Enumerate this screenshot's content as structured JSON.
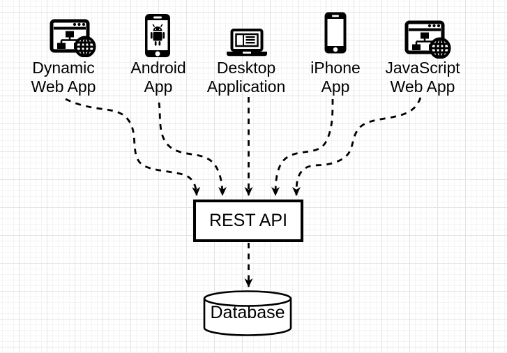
{
  "diagram": {
    "clients": [
      {
        "name": "dynamic-web-app",
        "label_line1": "Dynamic",
        "label_line2": "Web App",
        "icon": "web-app-globe-icon"
      },
      {
        "name": "android-app",
        "label_line1": "Android",
        "label_line2": "App",
        "icon": "android-smartphone-icon"
      },
      {
        "name": "desktop-application",
        "label_line1": "Desktop",
        "label_line2": "Application",
        "icon": "laptop-icon"
      },
      {
        "name": "iphone-app",
        "label_line1": "iPhone",
        "label_line2": "App",
        "icon": "iphone-icon"
      },
      {
        "name": "javascript-web-app",
        "label_line1": "JavaScript",
        "label_line2": "Web App",
        "icon": "web-app-globe-icon"
      }
    ],
    "api_node": {
      "label": "REST API",
      "shape": "rectangle"
    },
    "database_node": {
      "label": "Database",
      "shape": "cylinder"
    },
    "connectors": {
      "style": "dashed-arrow",
      "count": 6,
      "direction": "clients-to-api-to-database"
    },
    "colors": {
      "shape_stroke": "#000000",
      "shape_fill": "#ffffff",
      "text": "#000000",
      "background": "#ffffff",
      "grid_minor": "#f4f4f4",
      "grid_major": "#e4e4e4"
    }
  }
}
